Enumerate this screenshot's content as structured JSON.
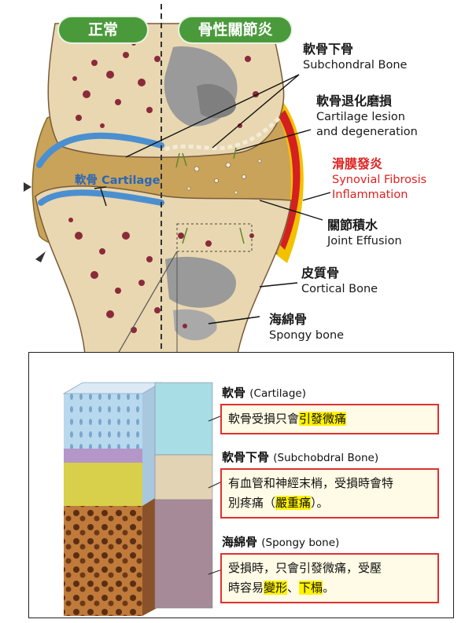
{
  "header": {
    "normal_label": "正常",
    "oa_label": "骨性關節炎"
  },
  "labels": {
    "subchondral": {
      "zh": "軟骨下骨",
      "en": "Subchondral Bone"
    },
    "lesion": {
      "zh": "軟骨退化磨損",
      "en1": "Cartilage lesion",
      "en2": "and degeneration"
    },
    "synovial": {
      "zh": "滑膜發炎",
      "en1": "Synovial Fibrosis",
      "en2": "Inflammation"
    },
    "effusion": {
      "zh": "關節積水",
      "en": "Joint Effusion"
    },
    "cortical": {
      "zh": "皮質骨",
      "en": "Cortical Bone"
    },
    "spongy": {
      "zh": "海綿骨",
      "en": "Spongy bone"
    },
    "cartilage": "軟骨 Cartilage"
  },
  "panel": {
    "cartilage": {
      "title_zh": "軟骨",
      "title_en": "(Cartilage)",
      "text_a": "軟骨受損只會",
      "text_hl": "引發微痛"
    },
    "subchondral": {
      "title_zh": "軟骨下骨",
      "title_en": "(Subchobdral Bone)",
      "line1": "有血管和神經末梢，受損時會特",
      "line2_a": "別疼痛（",
      "line2_hl": "嚴重痛",
      "line2_b": "）。"
    },
    "spongy": {
      "title_zh": "海綿骨",
      "title_en": "(Spongy bone)",
      "line1": "受損時，只會引發微痛，受壓",
      "line2_a": "時容易",
      "hl1": "變形",
      "sep": "、",
      "hl2": "下榻",
      "end": "。"
    }
  },
  "colors": {
    "pill_green": "#4a9a3c",
    "bone_fill": "#e8d7b0",
    "marrow_gray": "#9a9a9a",
    "pore_red": "#8b2a3a",
    "cartilage_blue": "#4a8fd0",
    "effusion_tan": "#c9a35a",
    "synovium_red": "#d42020",
    "synovium_yellow": "#f2c200",
    "swatch_cartilage": "#a8dde6",
    "swatch_subchondral": "#e3d3b5",
    "swatch_spongy": "#a68a98",
    "box_border": "#e03030",
    "highlight": "#fff200"
  }
}
